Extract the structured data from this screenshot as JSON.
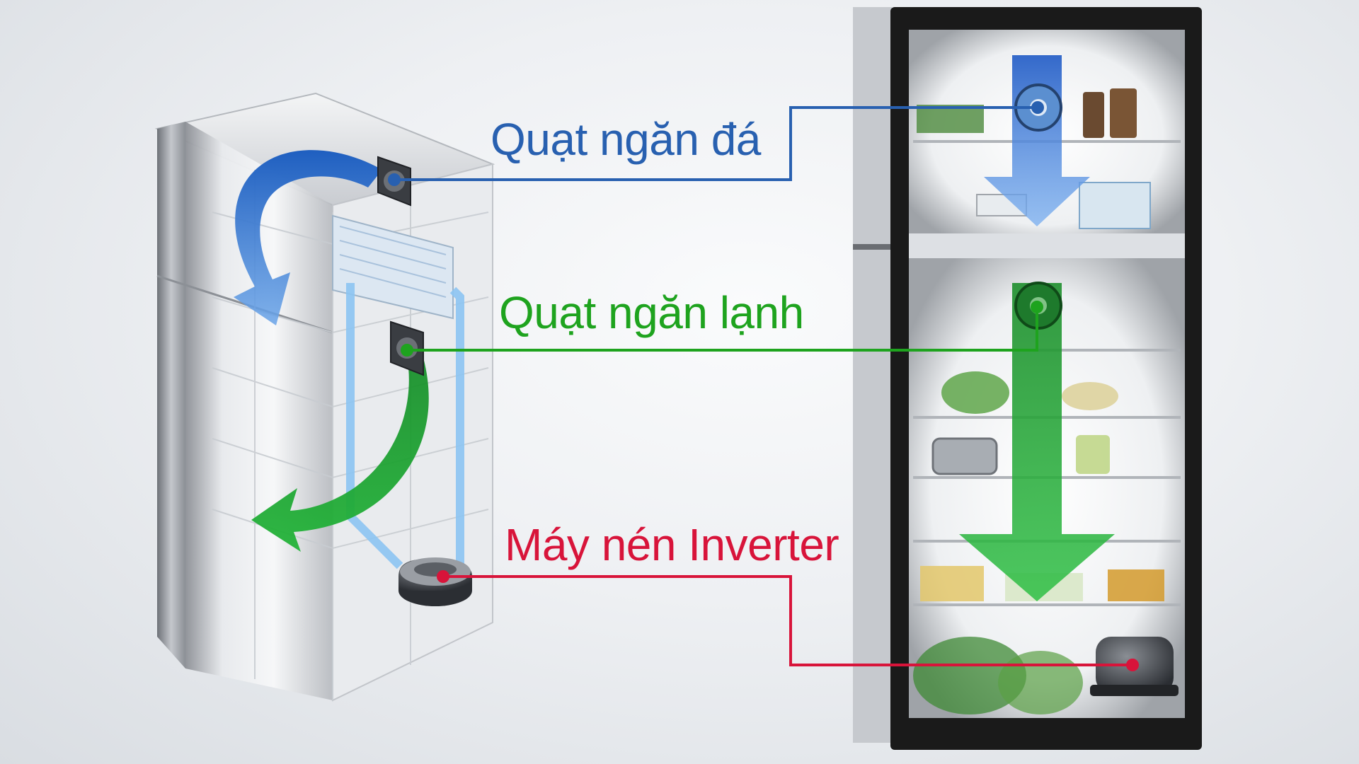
{
  "labels": {
    "freezer_fan": "Quạt ngăn đá",
    "fridge_fan": "Quạt ngăn lạnh",
    "compressor": "Máy nén Inverter"
  },
  "colors": {
    "freezer_fan": "#2860b0",
    "fridge_fan": "#1ea31e",
    "compressor": "#d8143a",
    "background": "#eceef1",
    "frame": "#1a1a1a",
    "cabinet": "#c9ccd1"
  },
  "icons": {
    "left_unit": "fridge-cutaway-icon",
    "right_unit": "fridge-open-door-icon",
    "fan": "fan-icon",
    "compressor": "compressor-icon",
    "airflow": "airflow-arrow-icon"
  }
}
